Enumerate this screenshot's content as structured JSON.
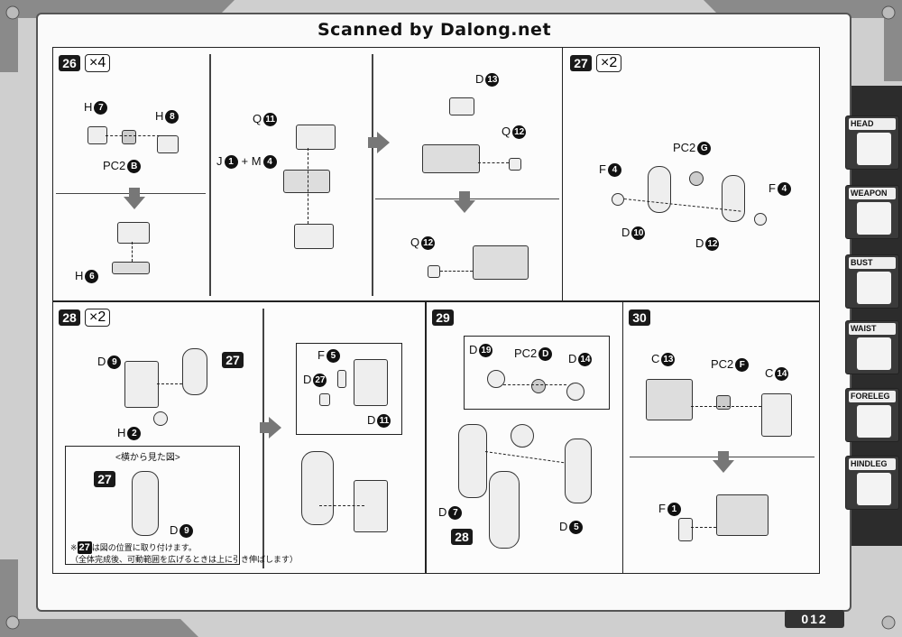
{
  "header": {
    "scan_credit": "Scanned by Dalong.net"
  },
  "page_number": "012",
  "tabs": [
    {
      "label": "HEAD",
      "icon": "head-icon"
    },
    {
      "label": "WEAPON",
      "icon": "weapon-icon"
    },
    {
      "label": "BUST",
      "icon": "bust-icon"
    },
    {
      "label": "WAIST",
      "icon": "waist-icon"
    },
    {
      "label": "FORELEG",
      "icon": "foreleg-icon"
    },
    {
      "label": "HINDLEG",
      "icon": "hindleg-icon"
    }
  ],
  "step26": {
    "number": "26",
    "mult": "×4",
    "h7": "H",
    "h7n": "7",
    "h8": "H",
    "h8n": "8",
    "pc2": "PC2",
    "pc2n": "B",
    "h6": "H",
    "h6n": "6",
    "q11": "Q",
    "q11n": "11",
    "jm": "J",
    "jn": "1",
    "plus": "+ M",
    "mn": "4",
    "d13": "D",
    "d13n": "13",
    "q12a": "Q",
    "q12an": "12",
    "q12b": "Q",
    "q12bn": "12"
  },
  "step27": {
    "number": "27",
    "mult": "×2",
    "pc2": "PC2",
    "pc2n": "G",
    "f4a": "F",
    "f4an": "4",
    "f4b": "F",
    "f4bn": "4",
    "d10": "D",
    "d10n": "10",
    "d12": "D",
    "d12n": "12"
  },
  "step28": {
    "number": "28",
    "mult": "×2",
    "d9": "D",
    "d9n": "9",
    "ref27": "27",
    "h2": "H",
    "h2n": "2",
    "side_view_title": "<横から見た図>",
    "ref27b": "27",
    "d9b": "D",
    "d9bn": "9",
    "note_ref": "27",
    "note1": "は図の位置に取り付けます。",
    "note2": "（全体完成後、可動範囲を広げるときは上に引き伸ばします）",
    "f5": "F",
    "f5n": "5",
    "d27": "D",
    "d27n": "27",
    "d11": "D",
    "d11n": "11"
  },
  "step29": {
    "number": "29",
    "d19": "D",
    "d19n": "19",
    "pc2": "PC2",
    "pc2n": "D",
    "d14": "D",
    "d14n": "14",
    "d7": "D",
    "d7n": "7",
    "d5": "D",
    "d5n": "5",
    "ref28": "28"
  },
  "step30": {
    "number": "30",
    "c13": "C",
    "c13n": "13",
    "pc2": "PC2",
    "pc2n": "F",
    "c14": "C",
    "c14n": "14",
    "f1": "F",
    "f1n": "1"
  }
}
